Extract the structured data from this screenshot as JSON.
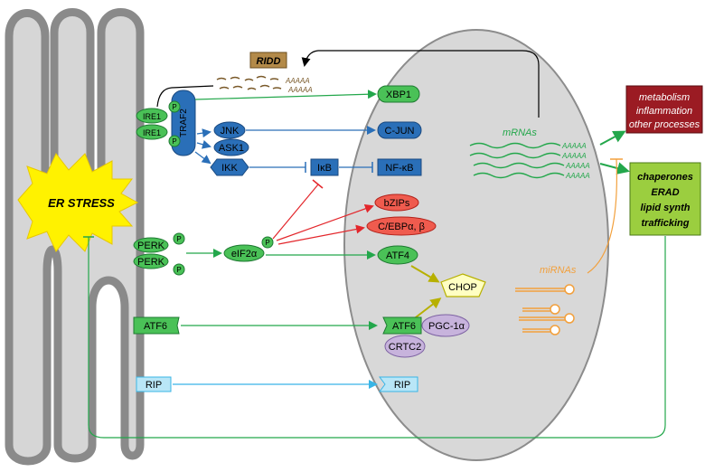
{
  "colors": {
    "green": "#23a74b",
    "blue": "#2a6fb8",
    "red": "#e3262b",
    "olive": "#b7b000",
    "orange": "#f2a03c",
    "cyan": "#39b5e6",
    "er_fill": "#d6d6d6",
    "er_stroke": "#8a8a8a",
    "nucleus_fill": "#d8d8d8",
    "stress_yellow": "#fff200",
    "dark_red_box": "#9b1b23",
    "lime_box": "#9bce3f",
    "ridd_box": "#b38a49"
  },
  "labels": {
    "er_stress": "ER STRESS",
    "ridd": "RIDD",
    "polya": "AAAAA",
    "ire1": "IRE1",
    "traf2": "TRAF2",
    "p": "P",
    "jnk": "JNK",
    "ask1": "ASK1",
    "ikk": "IKK",
    "ikb": "IκB",
    "xbp1": "XBP1",
    "cjun": "C-JUN",
    "nfkb": "NF-κB",
    "perk": "PERK",
    "eif2a": "eIF2α",
    "bzips": "bZIPs",
    "cebp": "C/EBPα, β",
    "atf4": "ATF4",
    "chop": "CHOP",
    "atf6": "ATF6",
    "pgc1a": "PGC-1α",
    "crtc2": "CRTC2",
    "rip": "RIP",
    "mrnas": "mRNAs",
    "mirnas": "miRNAs"
  },
  "boxes": {
    "red_lines": [
      "metabolism",
      "inflammation",
      "other processes"
    ],
    "green_lines": [
      "chaperones",
      "ERAD",
      "lipid synth",
      "trafficking"
    ]
  }
}
